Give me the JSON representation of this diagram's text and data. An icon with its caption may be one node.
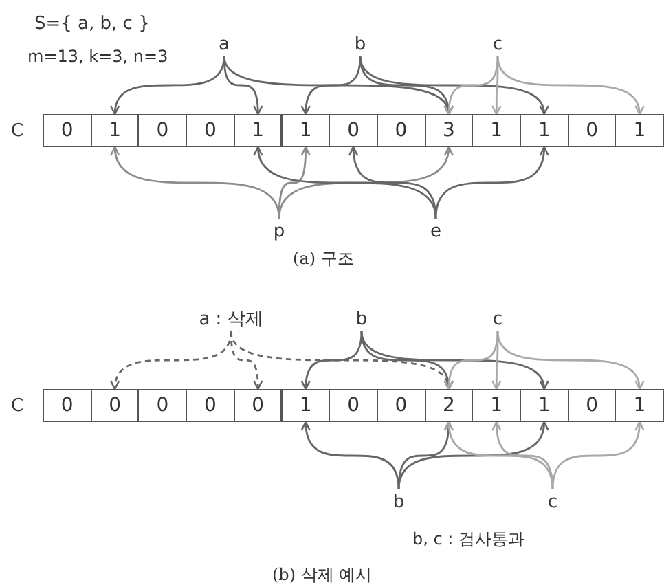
{
  "diagram": {
    "nodes": [
      {
        "text": [
          "a"
        ]
      },
      {
        "text": [
          "b"
        ]
      },
      {
        "text": [
          "c"
        ]
      },
      {
        "text": [
          "0"
        ]
      },
      {
        "text": [
          "1"
        ]
      },
      {
        "text": [
          "0"
        ]
      },
      {
        "text": [
          "0"
        ]
      },
      {
        "text": [
          "1"
        ]
      },
      {
        "text": [
          "1"
        ]
      },
      {
        "text": [
          "0"
        ]
      },
      {
        "text": [
          "0"
        ]
      },
      {
        "text": [
          "3"
        ]
      },
      {
        "text": [
          "1"
        ]
      },
      {
        "text": [
          "1"
        ]
      },
      {
        "text": [
          "0"
        ]
      },
      {
        "text": [
          "1"
        ]
      },
      {
        "text": [
          "p"
        ]
      },
      {
        "text": [
          "e"
        ]
      },
      {
        "text": [
          "a : 삭제"
        ]
      },
      {
        "text": [
          "b"
        ]
      },
      {
        "text": [
          "c"
        ]
      },
      {
        "text": [
          "0"
        ]
      },
      {
        "text": [
          "0"
        ]
      },
      {
        "text": [
          "0"
        ]
      },
      {
        "text": [
          "0"
        ]
      },
      {
        "text": [
          "0"
        ]
      },
      {
        "text": [
          "1"
        ]
      },
      {
        "text": [
          "0"
        ]
      },
      {
        "text": [
          "0"
        ]
      },
      {
        "text": [
          "2"
        ]
      },
      {
        "text": [
          "1"
        ]
      },
      {
        "text": [
          "1"
        ]
      },
      {
        "text": [
          "0"
        ]
      },
      {
        "text": [
          "1"
        ]
      },
      {
        "text": [
          "b"
        ]
      },
      {
        "text": [
          "c"
        ]
      }
    ],
    "edges": [
      {
        "from": 0,
        "to": 4,
        "arrow": "to"
      },
      {
        "from": 0,
        "to": 7,
        "arrow": "to"
      },
      {
        "from": 0,
        "to": 11,
        "arrow": "to"
      },
      {
        "from": 1,
        "to": 8,
        "arrow": "to"
      },
      {
        "from": 1,
        "to": 11,
        "arrow": "to"
      },
      {
        "from": 1,
        "to": 13,
        "arrow": "to"
      },
      {
        "from": 2,
        "to": 11,
        "arrow": "to",
        "color": "#a8a8a8"
      },
      {
        "from": 2,
        "to": 12,
        "arrow": "to",
        "color": "#a8a8a8"
      },
      {
        "from": 2,
        "to": 15,
        "arrow": "to",
        "color": "#a8a8a8"
      },
      {
        "from": 16,
        "to": 4,
        "arrow": "to",
        "color": "#8c8c8c"
      },
      {
        "from": 16,
        "to": 8,
        "arrow": "to",
        "color": "#8c8c8c"
      },
      {
        "from": 16,
        "to": 11,
        "arrow": "to",
        "color": "#8c8c8c"
      },
      {
        "from": 17,
        "to": 7,
        "arrow": "to"
      },
      {
        "from": 17,
        "to": 9,
        "arrow": "to"
      },
      {
        "from": 17,
        "to": 13,
        "arrow": "to"
      },
      {
        "from": 18,
        "to": 22,
        "arrow": "to",
        "style": "dashed"
      },
      {
        "from": 18,
        "to": 25,
        "arrow": "to",
        "style": "dashed"
      },
      {
        "from": 18,
        "to": 29,
        "arrow": "to",
        "style": "dashed"
      },
      {
        "from": 19,
        "to": 26,
        "arrow": "to"
      },
      {
        "from": 19,
        "to": 29,
        "arrow": "to"
      },
      {
        "from": 19,
        "to": 31,
        "arrow": "to"
      },
      {
        "from": 20,
        "to": 29,
        "arrow": "to",
        "color": "#a8a8a8"
      },
      {
        "from": 20,
        "to": 30,
        "arrow": "to",
        "color": "#a8a8a8"
      },
      {
        "from": 20,
        "to": 33,
        "arrow": "to",
        "color": "#a8a8a8"
      },
      {
        "from": 34,
        "to": 26,
        "arrow": "to"
      },
      {
        "from": 34,
        "to": 29,
        "arrow": "to"
      },
      {
        "from": 34,
        "to": 31,
        "arrow": "to"
      },
      {
        "from": 35,
        "to": 29,
        "arrow": "to",
        "color": "#a8a8a8"
      },
      {
        "from": 35,
        "to": 30,
        "arrow": "to",
        "color": "#a8a8a8"
      },
      {
        "from": 35,
        "to": 33,
        "arrow": "to",
        "color": "#a8a8a8"
      }
    ],
    "labels": [
      "S={ a, b, c }",
      "m=13, k=3, n=3",
      "C",
      "(a) 구조",
      "C",
      "b, c : 검사통과",
      "(b) 삭제 예시"
    ]
  }
}
